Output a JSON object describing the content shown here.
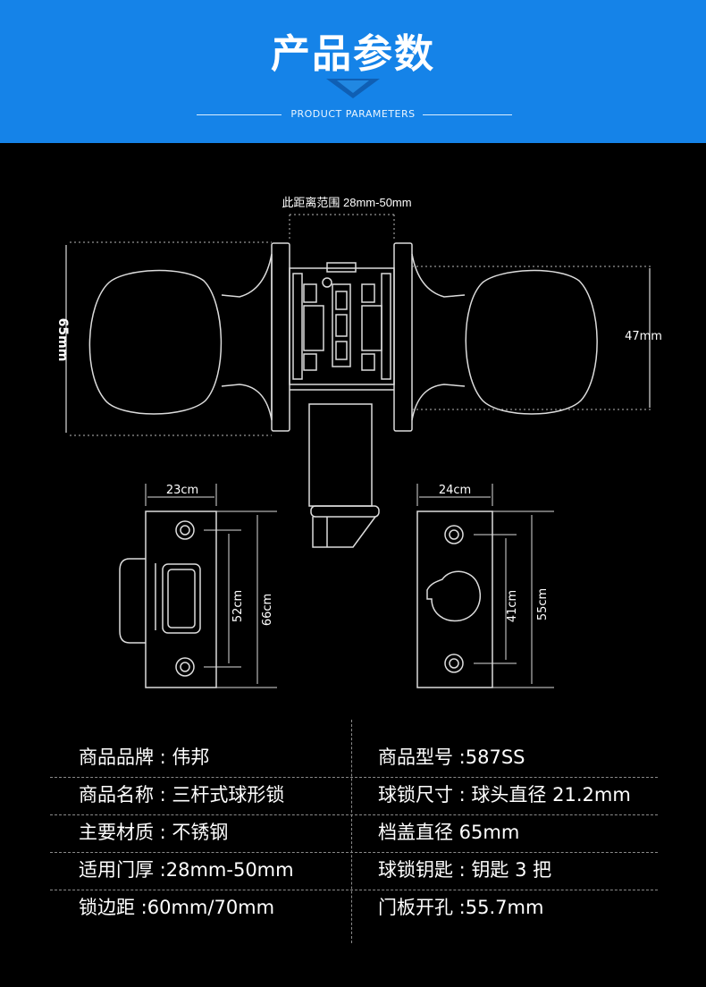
{
  "header": {
    "title": "产品参数",
    "subtitle": "PRODUCT PARAMETERS",
    "color": "#1583e8"
  },
  "diagram": {
    "gap_range_label": "此距离范围 28mm-50mm",
    "height_65": "65mm",
    "height_47": "47mm",
    "plate_left_width": "23cm",
    "plate_left_inner": "52cm",
    "plate_left_outer": "66cm",
    "plate_right_width": "24cm",
    "plate_right_inner": "41cm",
    "plate_right_outer": "55cm"
  },
  "specs": {
    "left": [
      "商品品牌 : 伟邦",
      "商品名称 : 三杆式球形锁",
      "主要材质 : 不锈钢",
      "适用门厚 :28mm-50mm",
      "锁边距 :60mm/70mm"
    ],
    "right": [
      "商品型号 :587SS",
      "球锁尺寸 : 球头直径 21.2mm",
      "档盖直径 65mm",
      "球锁钥匙 : 钥匙 3 把",
      "门板开孔 :55.7mm"
    ]
  }
}
